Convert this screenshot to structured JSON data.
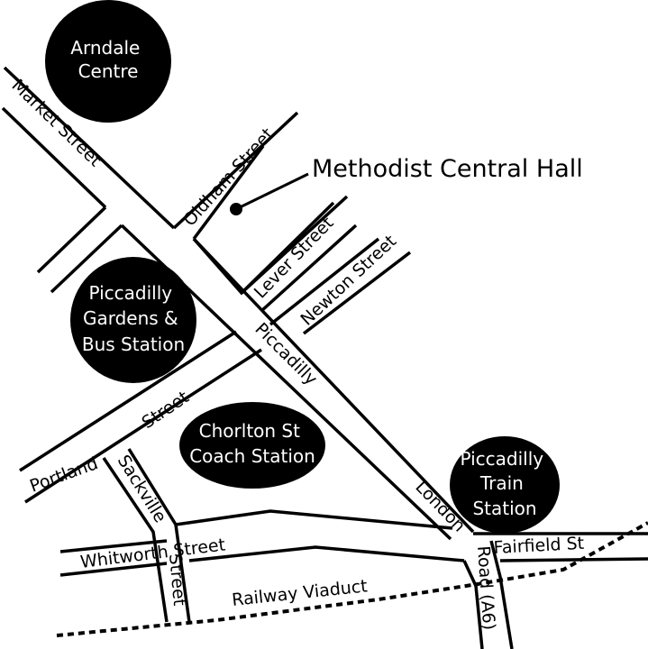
{
  "venue": {
    "name": "Methodist Central Hall",
    "marker_icon": "dot-marker"
  },
  "landmarks": [
    {
      "id": "arndale",
      "lines": [
        "Arndale",
        "Centre"
      ]
    },
    {
      "id": "piccadilly-gardens",
      "lines": [
        "Piccadilly",
        "Gardens &",
        "Bus Station"
      ]
    },
    {
      "id": "chorlton",
      "lines": [
        "Chorlton St",
        "Coach Station"
      ]
    },
    {
      "id": "piccadilly-train",
      "lines": [
        "Piccadilly",
        "Train",
        "Station"
      ]
    }
  ],
  "streets": {
    "market": "Market Street",
    "oldham": "Oldham Street",
    "lever": "Lever Street",
    "newton": "Newton Street",
    "piccadilly": "Piccadilly",
    "london": "London",
    "road_a6": "Road (A6)",
    "portland": "Portland",
    "portland_street": "Street",
    "sackville": "Sackville",
    "sackville_street": "Street",
    "whitworth": "Whitworth Street",
    "fairfield": "Fairfield St",
    "railway": "Railway Viaduct"
  },
  "colors": {
    "ink": "#000000",
    "paper": "#ffffff"
  }
}
